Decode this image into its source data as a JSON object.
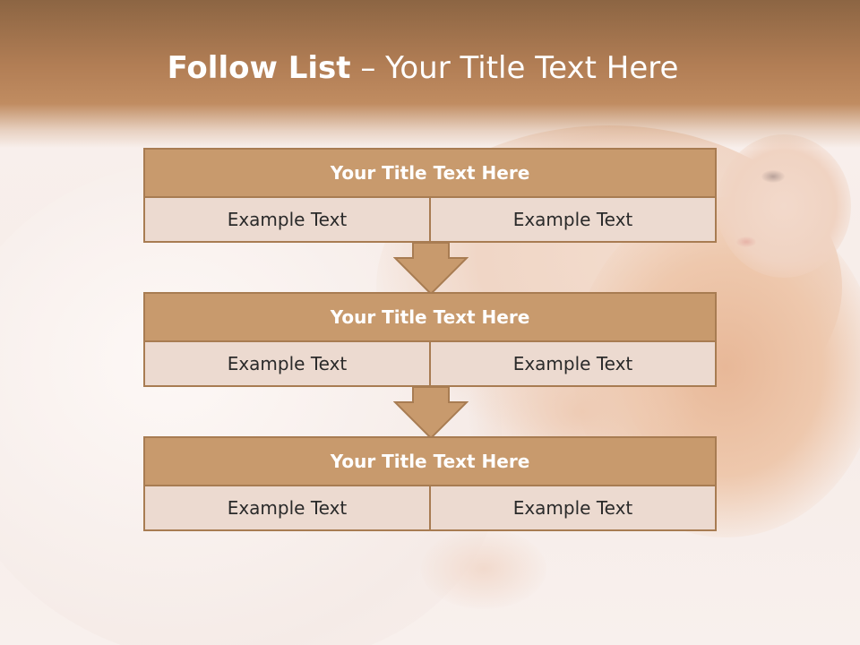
{
  "slide": {
    "title_bold": "Follow List",
    "title_rest": " – Your Title Text Here"
  },
  "steps": [
    {
      "title": "Your Title Text Here",
      "left": "Example Text",
      "right": "Example Text"
    },
    {
      "title": "Your Title Text Here",
      "left": "Example Text",
      "right": "Example Text"
    },
    {
      "title": "Your Title Text Here",
      "left": "Example Text",
      "right": "Example Text"
    }
  ],
  "colors": {
    "header": "#b27e55",
    "box_title_fill": "#c89a6d",
    "box_border": "#a87c52",
    "cell_fill": "#ecdad0"
  },
  "icons": [
    "down-arrow-icon",
    "down-arrow-icon"
  ]
}
